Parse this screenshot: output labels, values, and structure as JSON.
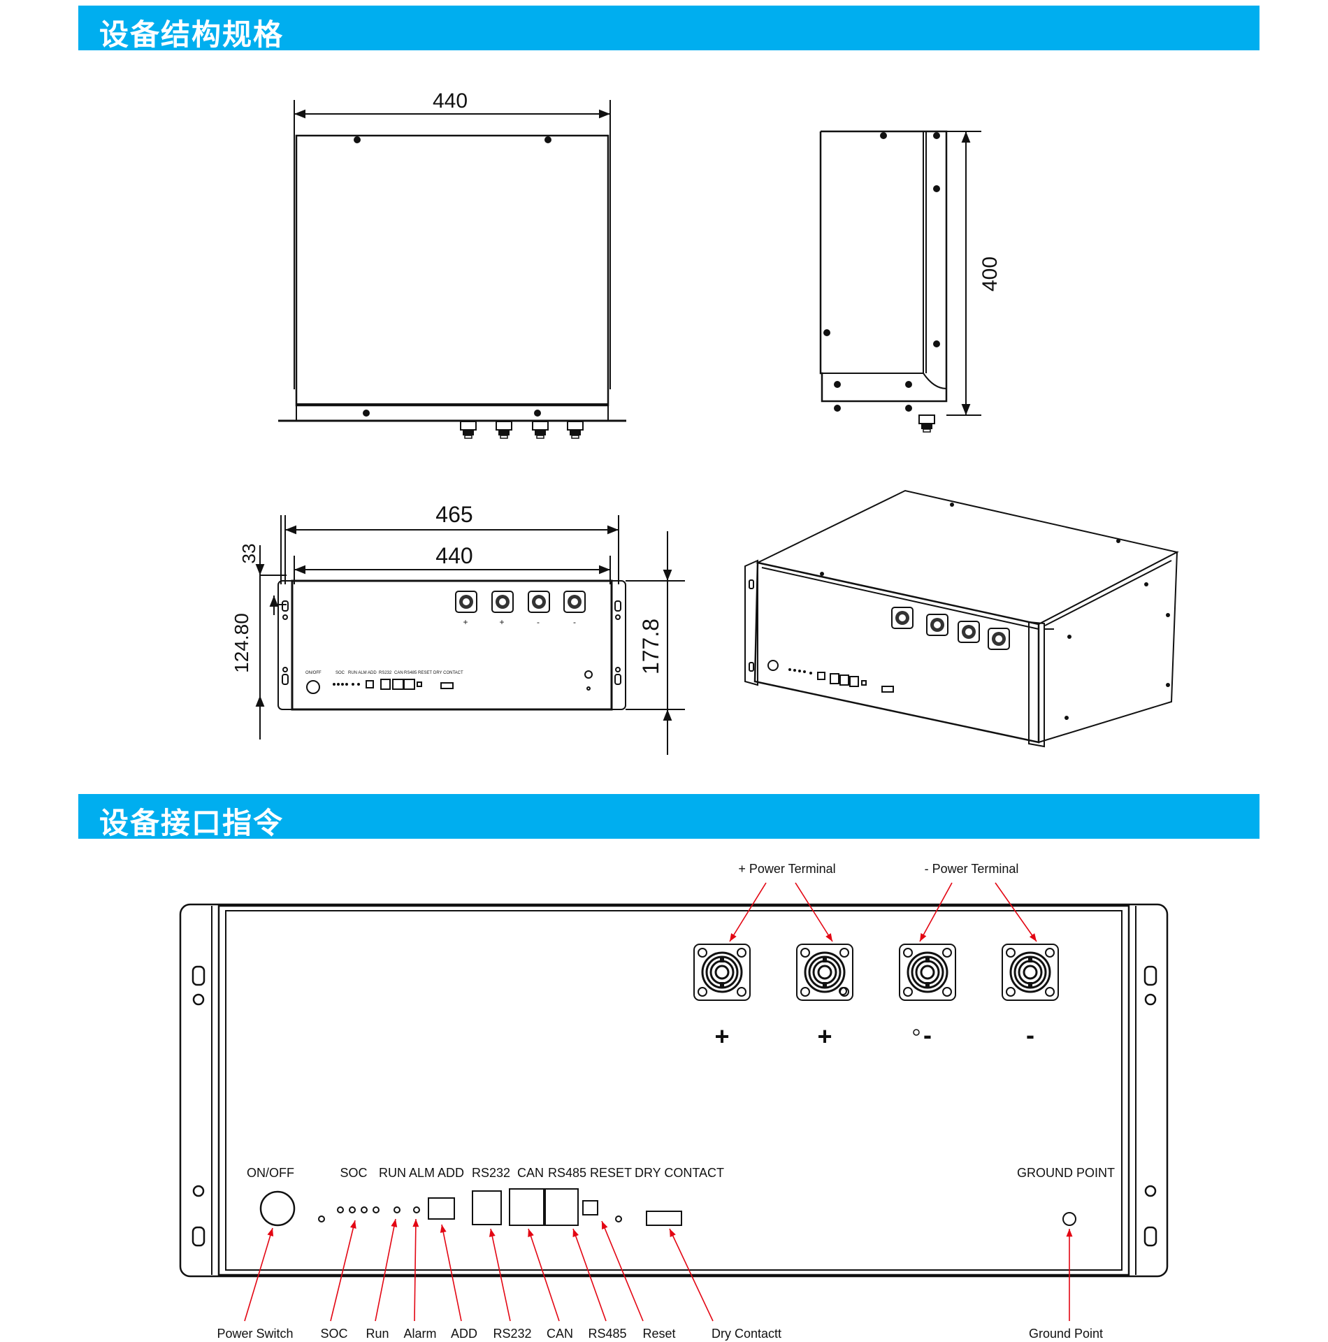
{
  "sections": {
    "structure_title": "设备结构规格",
    "interface_title": "设备接口指令"
  },
  "dimensions": {
    "top_width": "440",
    "side_depth": "400",
    "front_overall_width": "465",
    "front_inner_width": "440",
    "front_offset": "33",
    "front_hole_spacing": "124.80",
    "front_height": "177.8"
  },
  "front_small": {
    "on_off": "ON/OFF",
    "soc": "SOC",
    "run_alm_add": "RUN ALM ADD",
    "rs232": "RS232",
    "can": "CAN",
    "rs485_reset": "RS485 RESET",
    "dry_contact": "DRY CONTACT",
    "terminal_signs": [
      "+",
      "+",
      "-",
      "-"
    ]
  },
  "panel": {
    "plus_terminal_label": "+ Power Terminal",
    "minus_terminal_label": "- Power Terminal",
    "terminal_signs": [
      "+",
      "+",
      "-",
      "-"
    ],
    "on_off": "ON/OFF",
    "soc": "SOC",
    "run_alm_add": "RUN ALM ADD",
    "rs232": "RS232",
    "can": "CAN",
    "rs485_reset": "RS485 RESET",
    "dry_contact": "DRY CONTACT",
    "ground_point": "GROUND POINT"
  },
  "callouts": {
    "power_switch": "Power Switch",
    "soc": "SOC",
    "run": "Run",
    "alarm": "Alarm",
    "add": "ADD",
    "rs232": "RS232",
    "can": "CAN",
    "rs485": "RS485",
    "reset": "Reset",
    "dry_contact": "Dry Contactt",
    "ground_point": "Ground Point"
  },
  "colors": {
    "banner": "#00aeef",
    "arrow": "#e30613",
    "line": "#111111"
  }
}
